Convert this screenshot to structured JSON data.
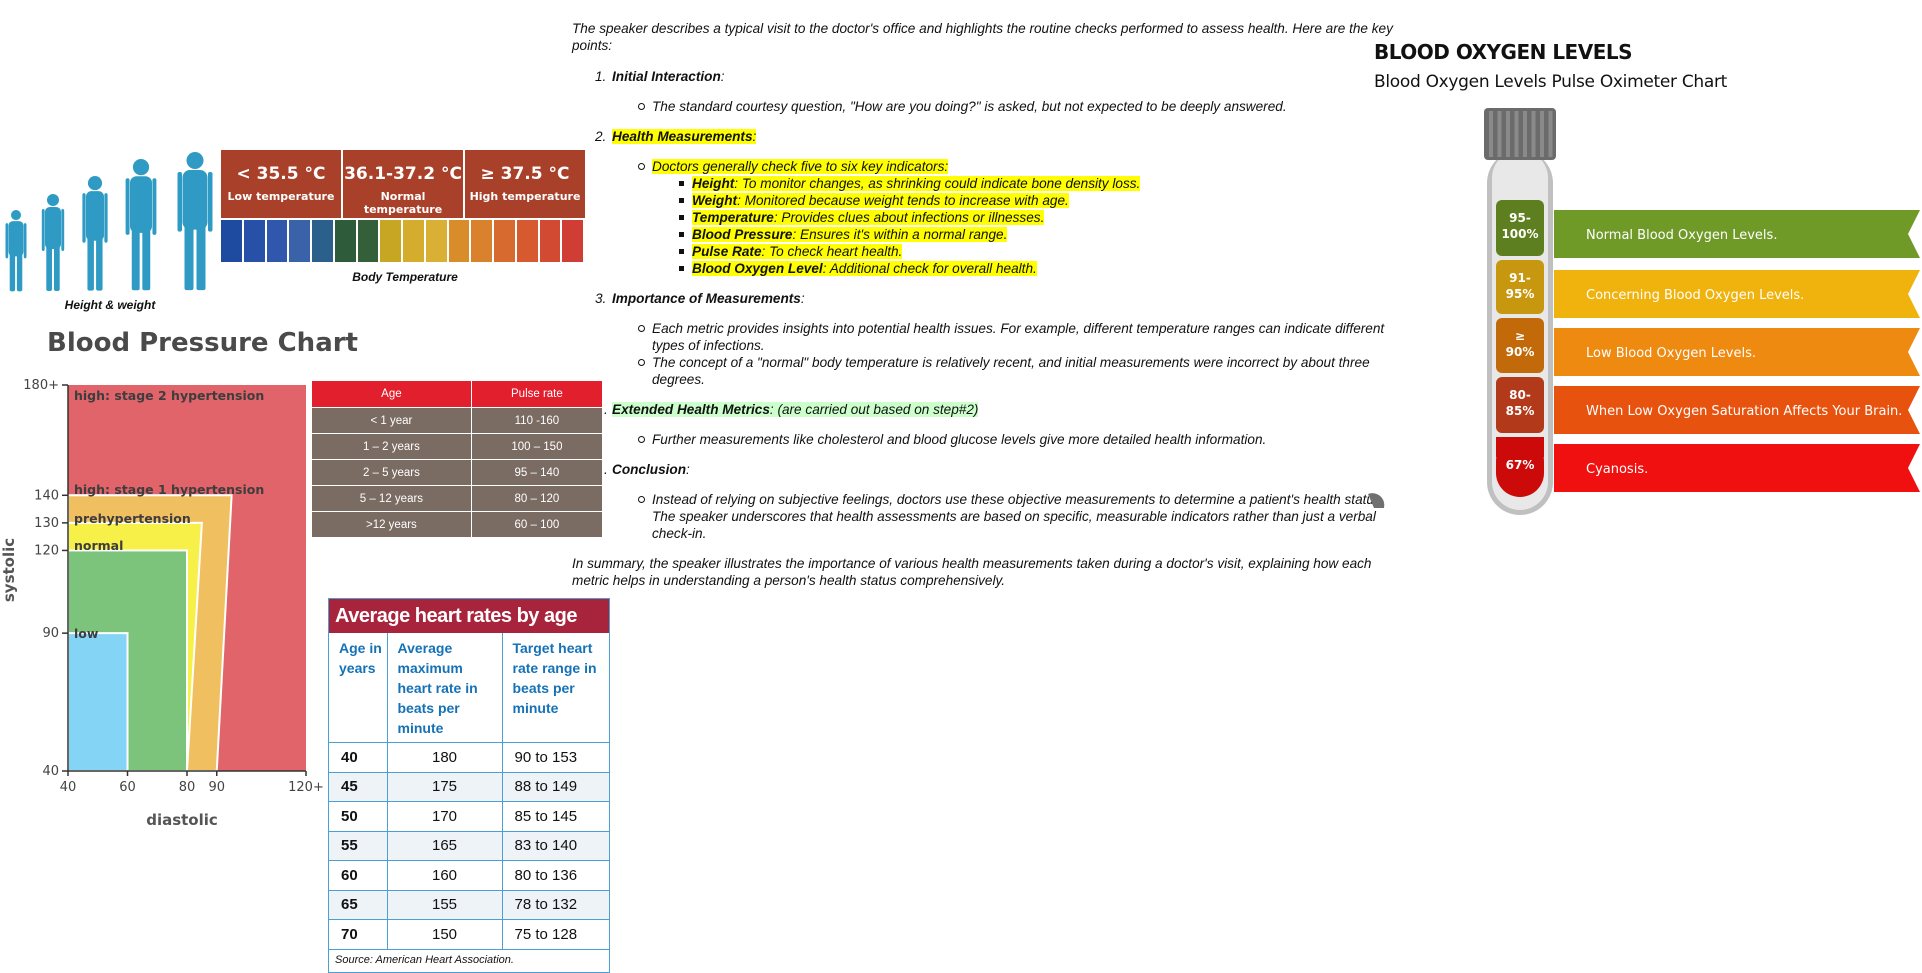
{
  "height_weight": {
    "caption": "Height & weight",
    "figure_color": "#2f9bc4"
  },
  "body_temperature": {
    "caption": "Body Temperature",
    "ranges": [
      {
        "value": "< 35.5 °C",
        "label": "Low temperature"
      },
      {
        "value": "36.1-37.2 °C",
        "label": "Normal temperature"
      },
      {
        "value": "≥ 37.5 °C",
        "label": "High temperature"
      }
    ],
    "cell_colors": [
      "#1e4aa0",
      "#2750a8",
      "#2f58ad",
      "#3a62a8",
      "#2b5f8c",
      "#2e5b3a",
      "#355f38",
      "#c6a623",
      "#d4ad2c",
      "#d9b033",
      "#d98d2a",
      "#d9812c",
      "#d76a2e",
      "#d65930",
      "#d24a32",
      "#cf3d34"
    ]
  },
  "blood_pressure": {
    "title": "Blood Pressure Chart",
    "xlabel": "diastolic",
    "ylabel": "systolic",
    "x_ticks": [
      "40",
      "60",
      "80",
      "90",
      "120+"
    ],
    "y_ticks": [
      "40",
      "90",
      "120",
      "130",
      "140",
      "180+"
    ],
    "zones": [
      {
        "label": "high: stage 2 hypertension",
        "color": "#e0646a"
      },
      {
        "label": "high: stage 1 hypertension",
        "color": "#f0c060"
      },
      {
        "label": "prehypertension",
        "color": "#f6f048"
      },
      {
        "label": "normal",
        "color": "#7cc47c"
      },
      {
        "label": "low",
        "color": "#84d4f6"
      }
    ]
  },
  "pulse_table": {
    "headers": [
      "Age",
      "Pulse rate"
    ],
    "rows": [
      [
        "< 1 year",
        "110 -160"
      ],
      [
        "1 – 2 years",
        "100 – 150"
      ],
      [
        "2 – 5 years",
        "95 – 140"
      ],
      [
        "5 – 12 years",
        "80 – 120"
      ],
      [
        ">12 years",
        "60 – 100"
      ]
    ]
  },
  "heart_rates": {
    "title": "Average heart rates by age",
    "headers": [
      "Age in years",
      "Average maximum heart rate in beats per minute",
      "Target heart rate range in beats per minute"
    ],
    "rows": [
      [
        "40",
        "180",
        "90 to 153"
      ],
      [
        "45",
        "175",
        "88 to 149"
      ],
      [
        "50",
        "170",
        "85 to 145"
      ],
      [
        "55",
        "165",
        "83 to 140"
      ],
      [
        "60",
        "160",
        "80 to 136"
      ],
      [
        "65",
        "155",
        "78 to 132"
      ],
      [
        "70",
        "150",
        "75 to 128"
      ]
    ],
    "source": "Source: American Heart Association."
  },
  "notes": {
    "intro": "The speaker describes a typical visit to the doctor's office and highlights the routine checks performed to assess health. Here are the key points:",
    "s1": {
      "num": "1.",
      "title": "Initial Interaction",
      "colon": ":",
      "bullet": "The standard courtesy question, \"How are you doing?\" is asked, but not expected to be deeply answered."
    },
    "s2": {
      "num": "2.",
      "title": "Health Measurements",
      "colon": ":",
      "bullet": "Doctors generally check five to six key indicators:",
      "items": [
        {
          "k": "Height",
          "v": ": To monitor changes, as shrinking could indicate bone density loss."
        },
        {
          "k": "Weight",
          "v": ": Monitored because weight tends to increase with age."
        },
        {
          "k": "Temperature",
          "v": ": Provides clues about infections or illnesses."
        },
        {
          "k": "Blood Pressure",
          "v": ": Ensures it's within a normal range."
        },
        {
          "k": "Pulse Rate",
          "v": ": To check heart health."
        },
        {
          "k": "Blood Oxygen Level",
          "v": ": Additional check for overall health."
        }
      ]
    },
    "s3": {
      "num": "3.",
      "title": "Importance of Measurements",
      "colon": ":",
      "b1": "Each metric provides insights into potential health issues. For example, different temperature ranges can indicate different types of infections.",
      "b2": "The concept of a \"normal\" body temperature is relatively recent, and initial measurements were incorrect by about three degrees."
    },
    "s4": {
      "num": ".",
      "title": "Extended Health Metrics",
      "suffix": ": (are carried out based on step#2)",
      "bullet": "Further measurements like cholesterol and blood glucose levels give more detailed health information."
    },
    "s5": {
      "num": ".",
      "title": "Conclusion",
      "colon": ":",
      "bullet": "Instead of relying on subjective feelings, doctors use these objective measurements to determine a patient's health status. The speaker underscores that health assessments are based on specific, measurable indicators rather than just a verbal check-in."
    },
    "summary": "In summary, the speaker illustrates the importance of various health measurements taken during a doctor's visit, explaining how each metric helps in understanding a person's health status comprehensively."
  },
  "blood_oxygen": {
    "title": "BLOOD OXYGEN LEVELS",
    "subtitle": "Blood Oxygen Levels Pulse Oximeter Chart",
    "levels": [
      {
        "value": "95-\n100%",
        "label": "Normal Blood Oxygen Levels.",
        "tube": "#5e7f1f",
        "banner": "#6f9a28"
      },
      {
        "value": "91-\n95%",
        "label": "Concerning Blood Oxygen Levels.",
        "tube": "#c89710",
        "banner": "#f0b20c"
      },
      {
        "value": "≥\n90%",
        "label": "Low Blood Oxygen Levels.",
        "tube": "#c26a0a",
        "banner": "#ee8a10"
      },
      {
        "value": "80-\n85%",
        "label": "When Low Oxygen Saturation Affects Your Brain.",
        "tube": "#b23a1a",
        "banner": "#e8520f"
      },
      {
        "value": "67%",
        "label": "Cyanosis.",
        "tube": "#cc0a0a",
        "banner": "#f01010"
      }
    ]
  }
}
